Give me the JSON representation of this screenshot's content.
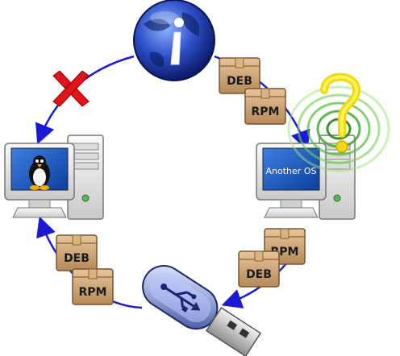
{
  "diagram": {
    "internet_node": {
      "icon": "internet-globe-icon"
    },
    "linux_pc": {
      "icon": "tux-penguin-icon"
    },
    "other_pc": {
      "screen_text": "Another OS",
      "icon": "question-mark-icon"
    },
    "usb_drive": {
      "icon": "usb-symbol-icon"
    },
    "blocked_marker": {
      "icon": "red-x-icon",
      "color": "#e3131b"
    },
    "arrow_color": "#1a1ad6",
    "packages": {
      "globe_to_other": {
        "top": "DEB",
        "bottom": "RPM"
      },
      "other_to_usb": {
        "top": "RPM",
        "bottom": "DEB"
      },
      "usb_to_linux": {
        "top": "DEB",
        "bottom": "RPM"
      }
    }
  }
}
